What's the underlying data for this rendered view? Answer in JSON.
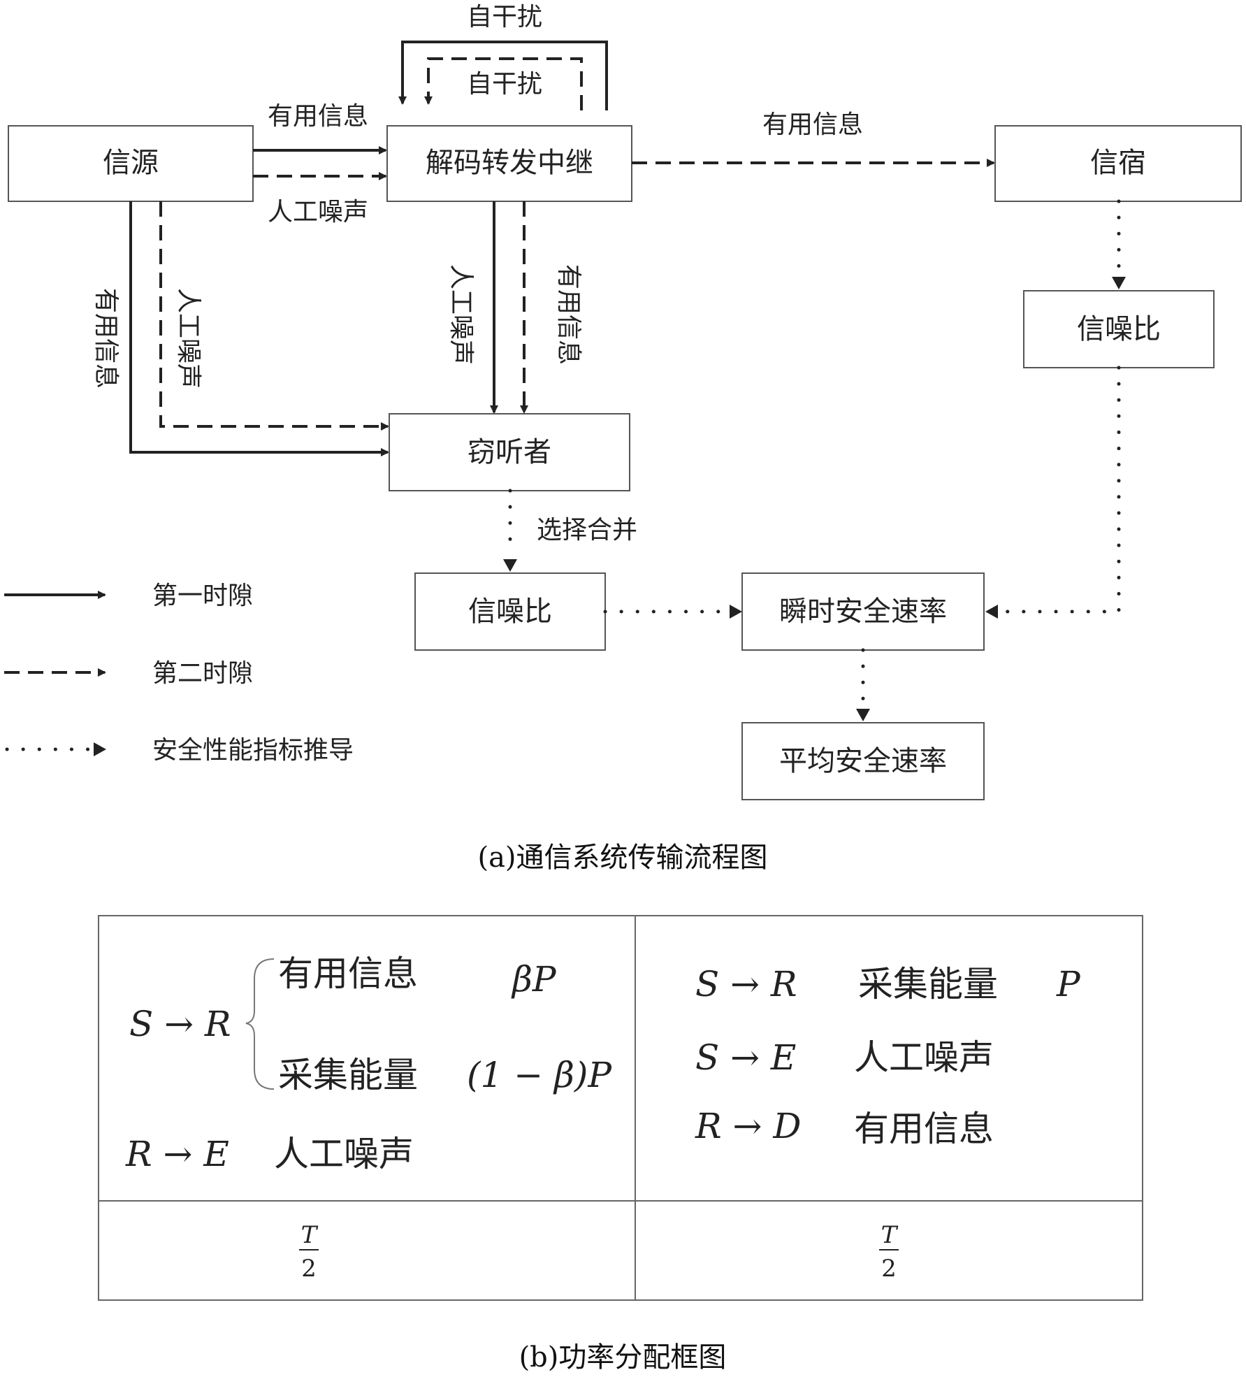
{
  "diagram_a": {
    "nodes": {
      "source": "信源",
      "relay": "解码转发中继",
      "sink": "信宿",
      "eavesdropper": "窃听者",
      "snr_sink": "信噪比",
      "snr_eve": "信噪比",
      "instant_rate": "瞬时安全速率",
      "avg_rate": "平均安全速率"
    },
    "edge_labels": {
      "self_interference_outer": "自干扰",
      "self_interference_inner": "自干扰",
      "src_relay_info": "有用信息",
      "src_relay_noise": "人工噪声",
      "relay_sink_info": "有用信息",
      "src_eve_info": "有用信息",
      "src_eve_noise": "人工噪声",
      "relay_eve_noise": "人工噪声",
      "relay_eve_info": "有用信息",
      "selection_combining": "选择合并"
    },
    "legend": {
      "first_slot": "第一时隙",
      "second_slot": "第二时隙",
      "metric_derivation": "安全性能指标推导"
    },
    "caption": "(a)通信系统传输流程图"
  },
  "diagram_b": {
    "slot1": {
      "s_to_r": "S → R",
      "branch1_label": "有用信息",
      "branch1_power": "βP",
      "branch2_label": "采集能量",
      "branch2_power": "(1 − β)P",
      "r_to_e": "R → E",
      "r_to_e_label": "人工噪声",
      "duration_num": "T",
      "duration_den": "2"
    },
    "slot2": {
      "row1_link": "S → R",
      "row1_label": "采集能量",
      "row1_power": "P",
      "row2_link": "S → E",
      "row2_label": "人工噪声",
      "row3_link": "R → D",
      "row3_label": "有用信息",
      "duration_num": "T",
      "duration_den": "2"
    },
    "caption": "(b)功率分配框图"
  }
}
